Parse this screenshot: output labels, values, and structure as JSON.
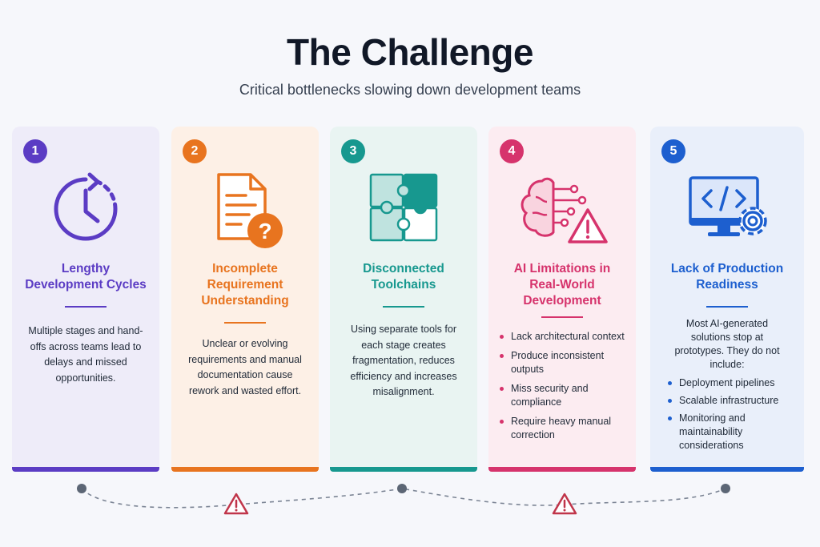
{
  "header": {
    "title": "The Challenge",
    "subtitle": "Critical bottlenecks slowing down development teams"
  },
  "colors": {
    "purple": "#5b3cc4",
    "orange": "#e8741f",
    "teal": "#17988f",
    "pink": "#d6336c",
    "blue": "#1d5fcf",
    "warning": "#c0354a"
  },
  "cards": [
    {
      "number": "1",
      "icon": "clock-cycle-icon",
      "title": "Lengthy Development Cycles",
      "description": "Multiple stages and hand-offs across teams lead to delays and missed opportunities."
    },
    {
      "number": "2",
      "icon": "document-question-icon",
      "title": "Incomplete Requirement Understanding",
      "description": "Unclear or evolving requirements and manual documentation cause rework and wasted effort."
    },
    {
      "number": "3",
      "icon": "puzzle-icon",
      "title": "Disconnected Toolchains",
      "description": "Using separate tools for each stage creates fragmentation, reduces efficiency and increases misalignment."
    },
    {
      "number": "4",
      "icon": "ai-brain-warning-icon",
      "title": "AI Limitations in Real-World Development",
      "bullets": [
        "Lack architectural context",
        "Produce inconsistent outputs",
        "Miss security and compliance",
        "Require heavy manual correction"
      ]
    },
    {
      "number": "5",
      "icon": "monitor-code-gear-icon",
      "title": "Lack of Production Readiness",
      "lead": "Most AI-generated solutions stop at prototypes. They do not include:",
      "bullets": [
        "Deployment pipelines",
        "Scalable infrastructure",
        "Monitoring and maintainability considerations"
      ]
    }
  ],
  "timeline": {
    "icons": [
      "node-dot-icon",
      "warning-triangle-icon",
      "node-dot-icon",
      "warning-triangle-icon",
      "node-dot-icon"
    ]
  }
}
